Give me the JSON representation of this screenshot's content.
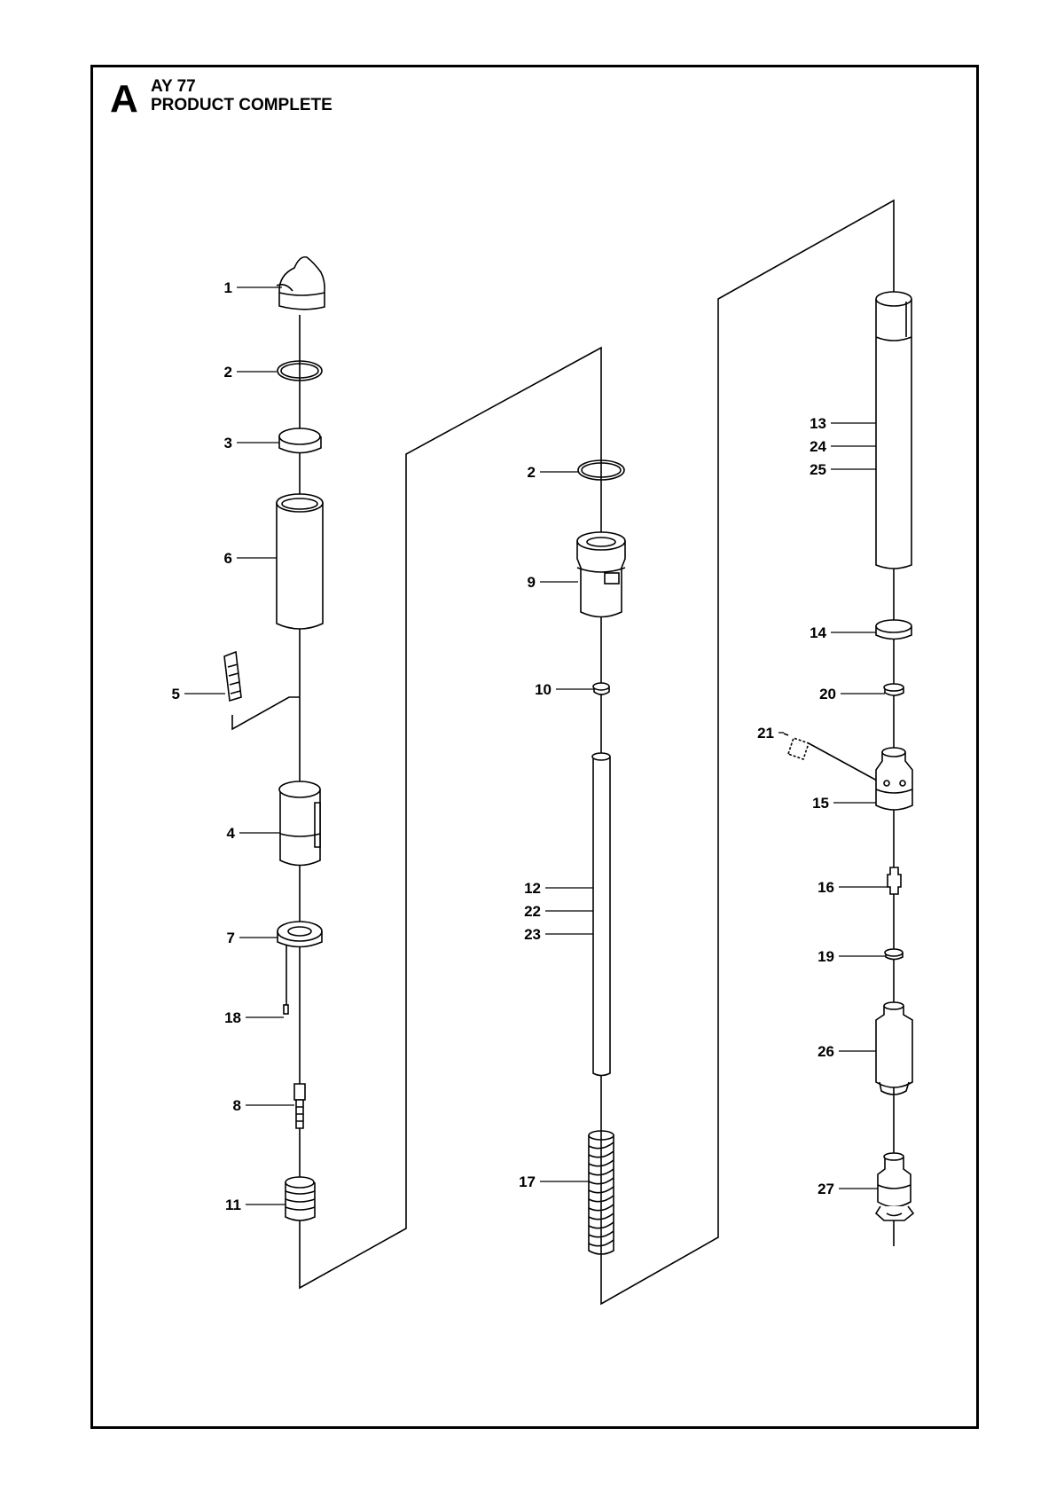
{
  "section": {
    "letter": "A",
    "code": "AY 77",
    "title": "PRODUCT COMPLETE"
  },
  "callouts": [
    "1",
    "2",
    "3",
    "6",
    "5",
    "4",
    "7",
    "18",
    "8",
    "11",
    "2",
    "9",
    "10",
    "12",
    "22",
    "23",
    "17",
    "13",
    "24",
    "25",
    "14",
    "20",
    "21",
    "15",
    "16",
    "19",
    "26",
    "27"
  ]
}
